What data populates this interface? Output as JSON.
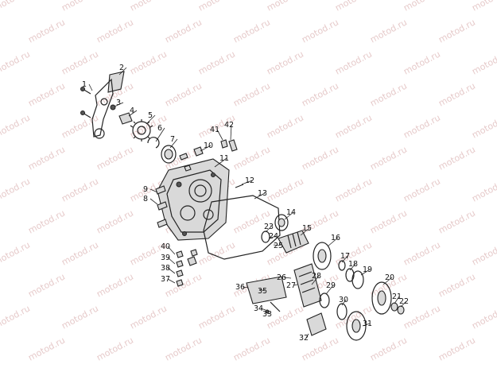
{
  "watermark": "motod.ru",
  "callouts": [
    "1",
    "2",
    "3",
    "4",
    "5",
    "6",
    "7",
    "8",
    "9",
    "10",
    "11",
    "12",
    "13",
    "14",
    "15",
    "16",
    "17",
    "18",
    "19",
    "20",
    "21",
    "22",
    "23",
    "24",
    "25",
    "26",
    "27",
    "28",
    "29",
    "30",
    "31",
    "32",
    "33",
    "34",
    "35",
    "36",
    "37",
    "38",
    "39",
    "40",
    "41",
    "42"
  ],
  "icons": {
    "watermark": "watermark-text",
    "parts": "exploded-part-drawing"
  }
}
